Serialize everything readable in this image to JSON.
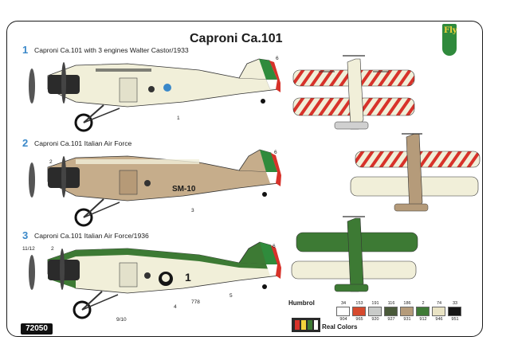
{
  "title": "Caproni Ca.101",
  "product_code": "72050",
  "brand_logo_text": "Fly",
  "variants": [
    {
      "number": "1",
      "caption": "Caproni Ca.101 with 3 engines Walter Castor/1933"
    },
    {
      "number": "2",
      "caption": "Caproni Ca.101 Italian Air Force"
    },
    {
      "number": "3",
      "caption": "Caproni Ca.101 Italian Air Force/1936"
    }
  ],
  "callouts": {
    "v1": [
      "6",
      "1"
    ],
    "v2": [
      "2",
      "6",
      "3"
    ],
    "v3": [
      "11/12",
      "2",
      "6",
      "4",
      "5",
      "9/10"
    ]
  },
  "markings": {
    "v2_code": "SM-10",
    "v3_code": "1",
    "v3_serial": "778"
  },
  "palette": {
    "humbrol_label": "Humbrol",
    "real_colors_label": "Real Colors",
    "humbrol_codes": [
      "34",
      "153",
      "191",
      "116",
      "186",
      "2",
      "74",
      "33"
    ],
    "real_codes": [
      "904",
      "965",
      "920",
      "927",
      "931",
      "912",
      "946",
      "951"
    ],
    "swatch_colors": [
      "#ffffff",
      "#d64a2e",
      "#c9cbc9",
      "#4a5a3a",
      "#b59b7a",
      "#3f7a36",
      "#e9e3c4",
      "#151515"
    ]
  },
  "colors": {
    "cream": "#f1efd9",
    "tan": "#c6ad8b",
    "green": "#3d7a34",
    "red": "#d7322a",
    "italy_green": "#2f8b3c",
    "accent_blue": "#3a88c9"
  },
  "icons": [
    "brand-logo-icon",
    "painting-guide-icon"
  ]
}
